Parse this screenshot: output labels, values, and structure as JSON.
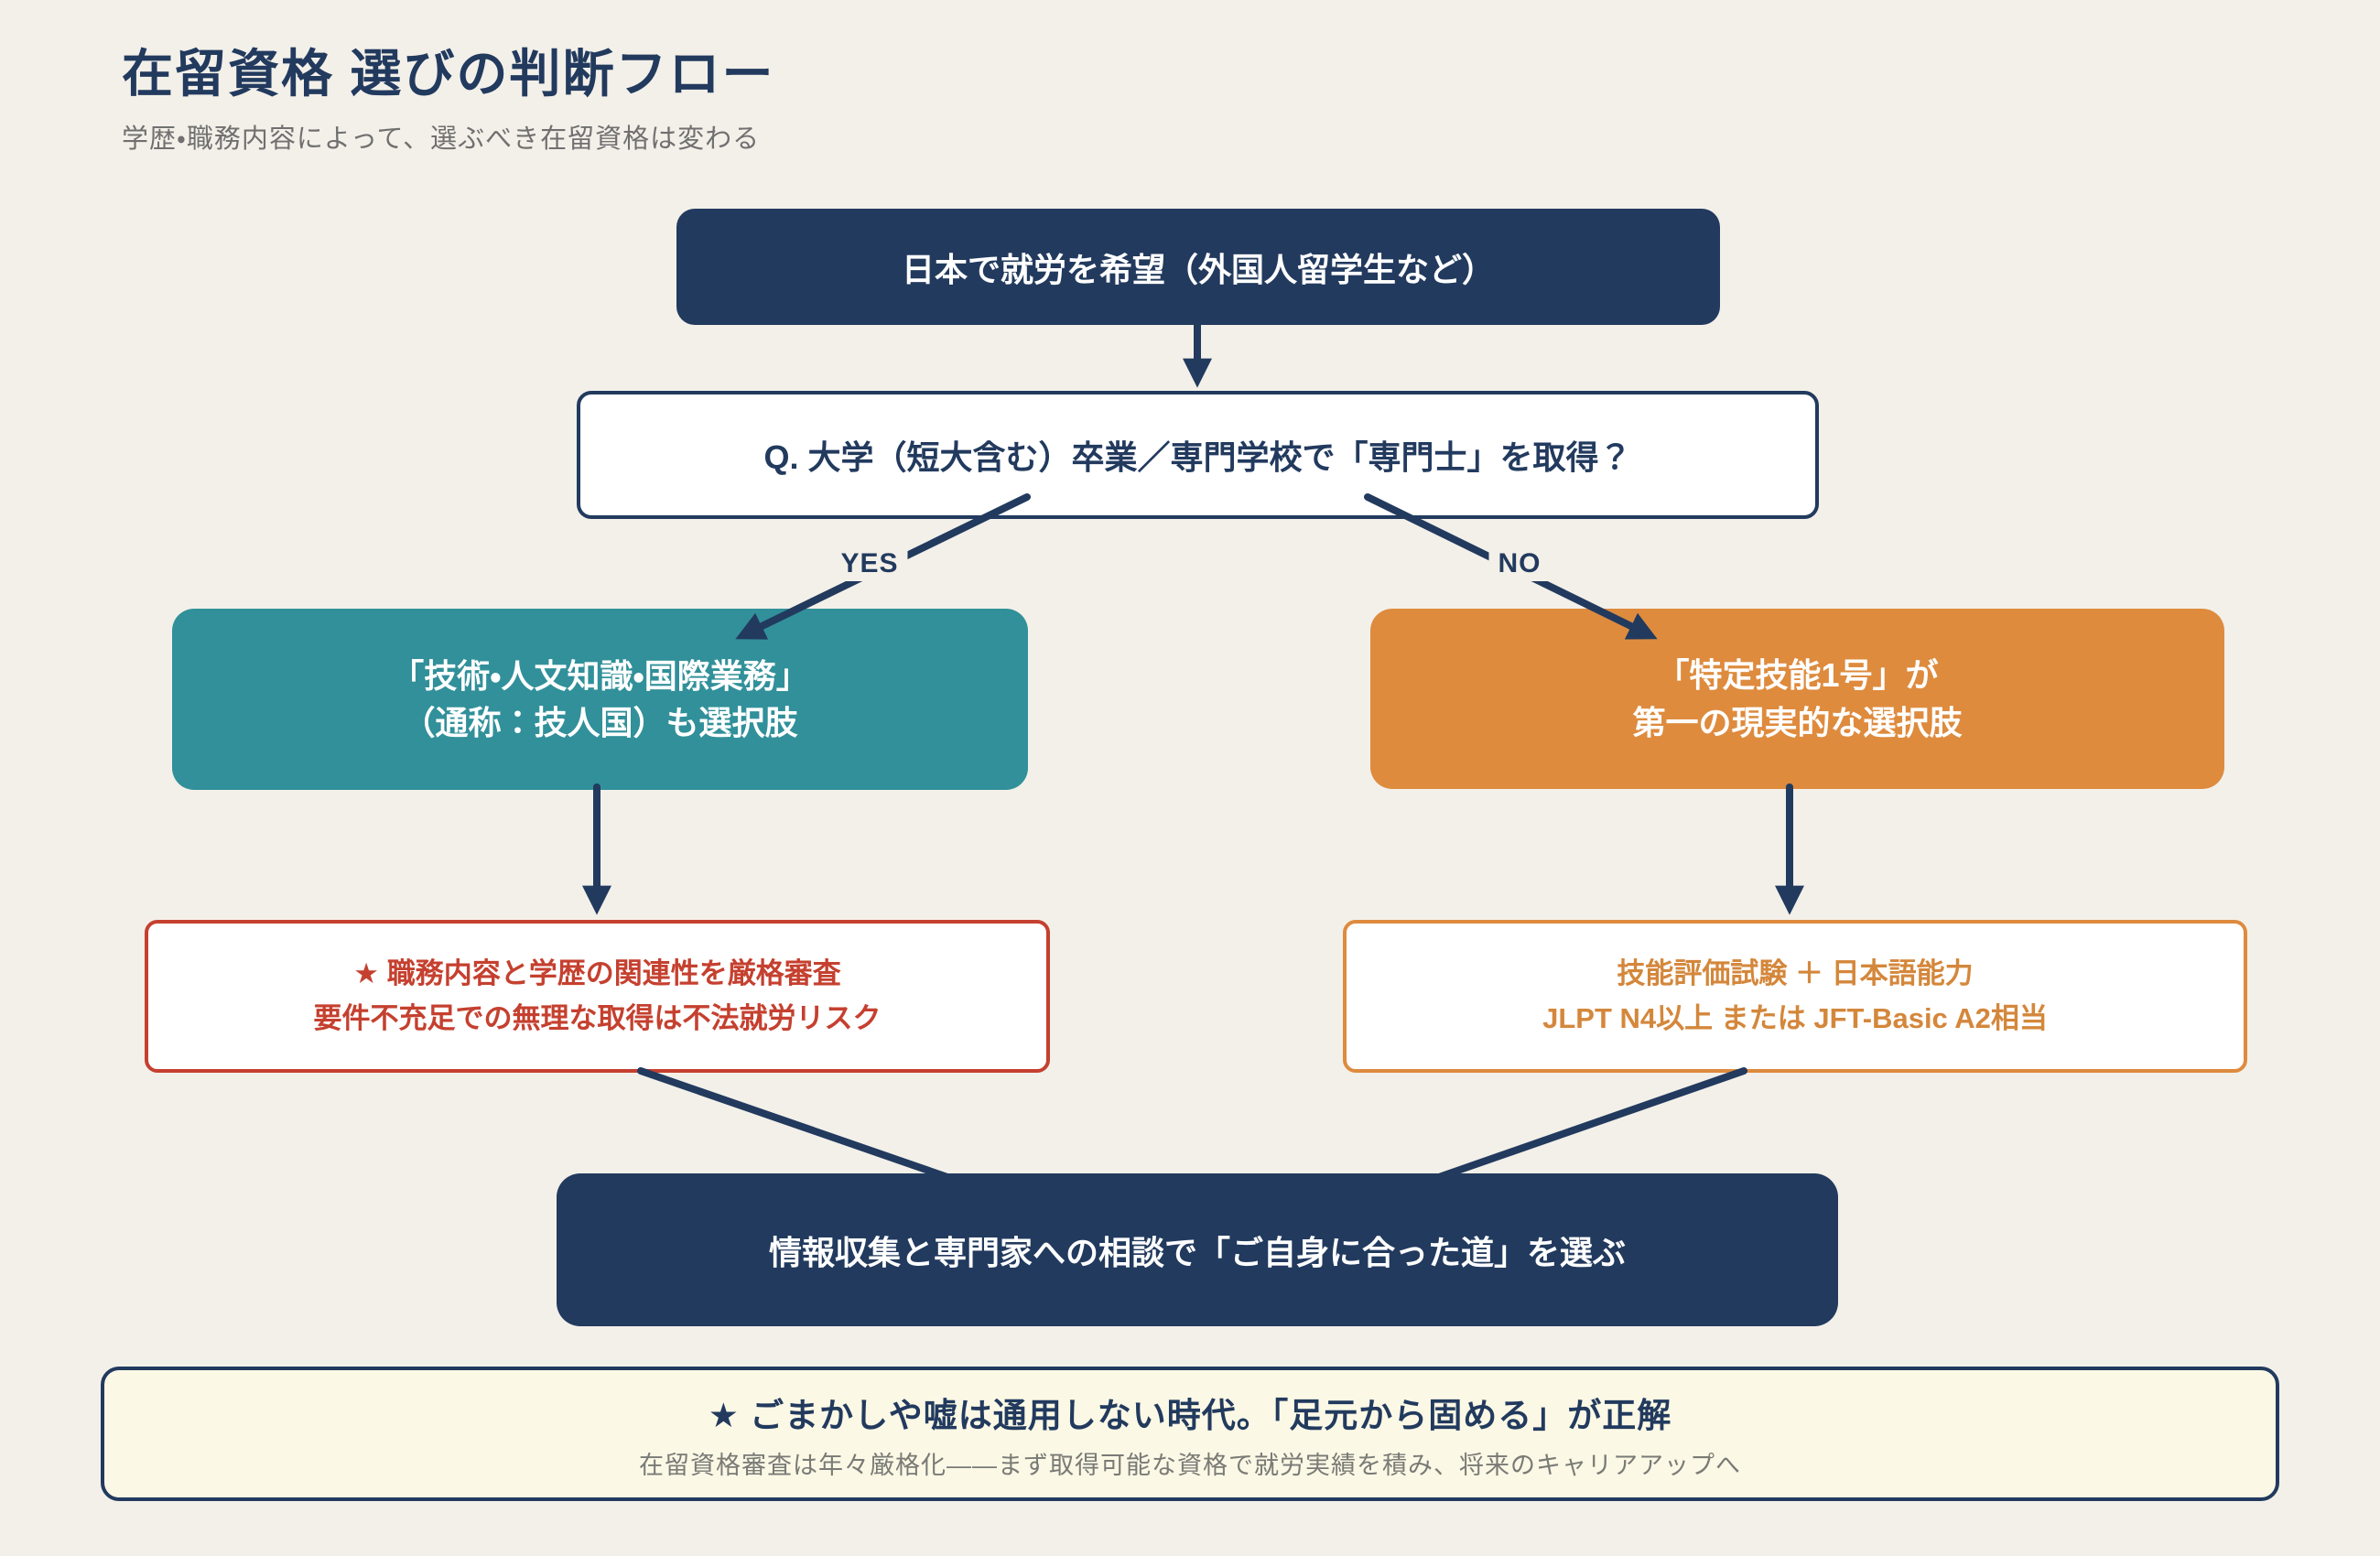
{
  "header": {
    "title": "在留資格 選びの判断フロー",
    "subtitle": "学歴・職務内容によって、選ぶべき在留資格は変わる"
  },
  "flow": {
    "start": {
      "text": "日本で就労を希望（外国人留学生など）"
    },
    "question": {
      "text": "Q. 大学（短大含む）卒業／専門学校で「専門士」を取得？"
    },
    "yes_label": "YES",
    "no_label": "NO",
    "yes_branch": {
      "line1": "「技術・人文知識・国際業務」",
      "line2": "（通称：技人国）も選択肢"
    },
    "no_branch": {
      "line1": "「特定技能1号」が",
      "line2": "第一の現実的な選択肢"
    },
    "yes_note": {
      "line1": "★ 職務内容と学歴の関連性を厳格審査",
      "line2": "要件不充足での無理な取得は不法就労リスク"
    },
    "no_note": {
      "line1": "技能評価試験 ＋ 日本語能力",
      "line2": "JLPT N4以上 または JFT-Basic A2相当"
    },
    "conclusion": {
      "text": "情報収集と専門家への相談で「ご自身に合った道」を選ぶ"
    }
  },
  "callout": {
    "line1": "★ ごまかしや嘘は通用しない時代。「足元から固める」が正解",
    "line2": "在留資格審査は年々厳格化——まず取得可能な資格で就労実績を積み、将来のキャリアアップへ"
  },
  "colors": {
    "navy": "#223a5e",
    "teal": "#31909a",
    "orange": "#de8b3e",
    "red": "#c5402f",
    "background": "#f3f0e9",
    "callout_background": "#fbf8e5",
    "white": "#ffffff"
  }
}
